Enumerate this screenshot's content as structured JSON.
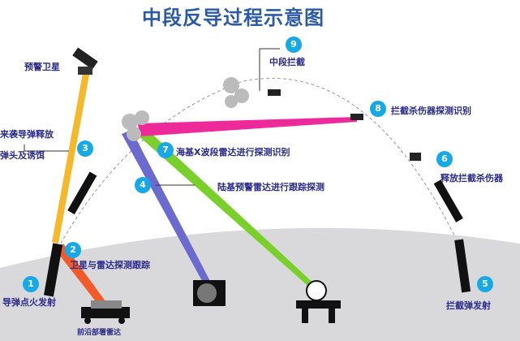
{
  "title": "中段反导过程示意图",
  "labels": {
    "satellite": "预警卫星",
    "release_1": "来袭导弹释放",
    "release_2": "弹头及诱饵",
    "forward_radar": "前沿部署雷达"
  },
  "steps": [
    {
      "n": "1",
      "label": "导弹点火发射"
    },
    {
      "n": "2",
      "label": "卫星与雷达探测跟踪"
    },
    {
      "n": "3",
      "label": ""
    },
    {
      "n": "4",
      "label": "陆基预警雷达进行跟踪探测"
    },
    {
      "n": "5",
      "label": "拦截弹发射"
    },
    {
      "n": "6",
      "label": "释放拦截杀伤器"
    },
    {
      "n": "7",
      "label": "海基X波段雷达进行探测识别"
    },
    {
      "n": "8",
      "label": "拦截杀伤器探测识别"
    },
    {
      "n": "9",
      "label": "中段拦截"
    }
  ],
  "colors": {
    "satellite_beam": "#f5b82a",
    "forward_beam": "#f25a2a",
    "land_beam": "#6a6ad0",
    "sea_beam": "#7ad02a",
    "kill_beam": "#ee2a9a",
    "badge": "#17a8e6"
  }
}
